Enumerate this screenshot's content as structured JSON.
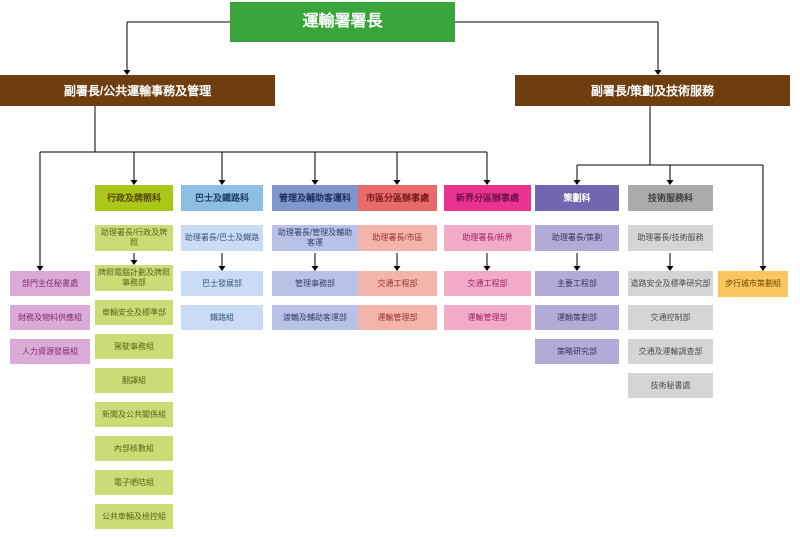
{
  "chart": {
    "root": {
      "label": "運輸署署長",
      "bg": "#3aa53a",
      "text_color": "#ffffff"
    },
    "deputy_bg": "#6f3e10",
    "deputies": [
      {
        "label": "副署長/公共運輸事務及管理"
      },
      {
        "label": "副署長/策劃及技術服務"
      }
    ],
    "staff_offices": {
      "bg": "#dcaad6",
      "text_color": "#7d2d6e",
      "items": [
        "部門主任秘書處",
        "財務及物料供應組",
        "人力資源發展組"
      ]
    },
    "special_unit": {
      "label": "步行城市策劃組",
      "bg": "#fac55e",
      "text_color": "#6b4a00"
    },
    "branches": [
      {
        "header": "行政及牌照科",
        "assistant": "助理署長/行政及牌照",
        "header_bg": "#abc818",
        "header_text": "#564400",
        "light_bg": "#cbdc77",
        "light_text": "#5f6418",
        "units": [
          "牌照電腦計劃及牌照事務部",
          "車輛安全及標準部",
          "駕駛事務組",
          "翻譯組",
          "新聞及公共關係組",
          "內部核數組",
          "電子晒咭組",
          "公共車輛及檢控組"
        ]
      },
      {
        "header": "巴士及鐵路科",
        "assistant": "助理署長/巴士及鐵路",
        "header_bg": "#8fbee4",
        "header_text": "#1f3f66",
        "light_bg": "#cadcf5",
        "light_text": "#33557f",
        "units": [
          "巴士發展部",
          "鐵路組"
        ]
      },
      {
        "header": "管理及輔助客運科",
        "assistant": "助理署長/管理及輔助客運",
        "header_bg": "#8096cc",
        "header_text": "#1c2f5e",
        "light_bg": "#b9c2e6",
        "light_text": "#333f6e",
        "units": [
          "管理事務部",
          "渡輪及輔助客運部"
        ]
      },
      {
        "header": "市區分區辦事處",
        "assistant": "助理署長/市區",
        "header_bg": "#e96a6a",
        "header_text": "#7a1a1a",
        "light_bg": "#f2b4ab",
        "light_text": "#993333",
        "units": [
          "交通工程部",
          "運輸管理部"
        ]
      },
      {
        "header": "新界分區辦事處",
        "assistant": "助理署長/新界",
        "header_bg": "#e8348f",
        "header_text": "#70104a",
        "light_bg": "#f2aac9",
        "light_text": "#a02060",
        "units": [
          "交通工程部",
          "運輸管理部"
        ]
      },
      {
        "header": "策劃科",
        "assistant": "助理署長/策劃",
        "header_bg": "#7365af",
        "header_text": "#ffffff",
        "light_bg": "#b3aad7",
        "light_text": "#3b3564",
        "units": [
          "主要工程部",
          "運輸策劃部",
          "策略研究部"
        ]
      },
      {
        "header": "技術服務科",
        "assistant": "助理署長/技術服務",
        "header_bg": "#ababab",
        "header_text": "#3f3f3f",
        "light_bg": "#d5d5d5",
        "light_text": "#4d4d4d",
        "units": [
          "道路安全及標準研究部",
          "交通控制部",
          "交通及運輸調查部",
          "技術秘書處"
        ]
      }
    ]
  }
}
